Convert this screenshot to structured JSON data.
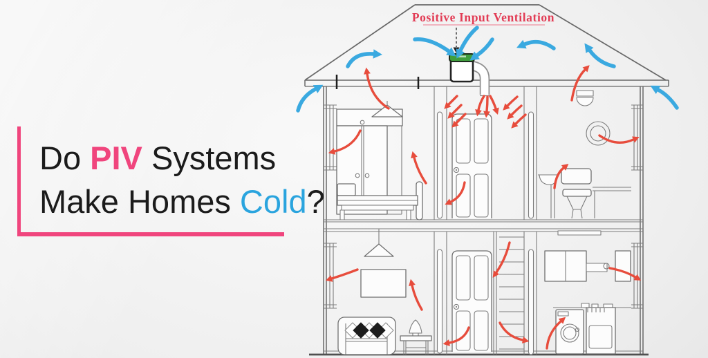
{
  "title": {
    "line1": [
      {
        "t": "Do ",
        "c": "dark"
      },
      {
        "t": "PIV",
        "c": "pink"
      },
      {
        "t": " Systems",
        "c": "dark"
      }
    ],
    "line2": [
      {
        "t": "Make Homes ",
        "c": "dark"
      },
      {
        "t": "Cold",
        "c": "blue"
      },
      {
        "t": "?",
        "c": "dark"
      }
    ]
  },
  "diagram": {
    "label": "Positive Input Ventilation"
  },
  "theme": {
    "accent_pink": "#f0457d",
    "accent_blue": "#2aa4de",
    "label_red": "#e23c55",
    "arrow_red": "#e74c3c",
    "arrow_blue": "#3aa9e0",
    "unit_green": "#3f9e3d",
    "line_gray": "#686868",
    "text_dark": "#1b1b1b"
  }
}
